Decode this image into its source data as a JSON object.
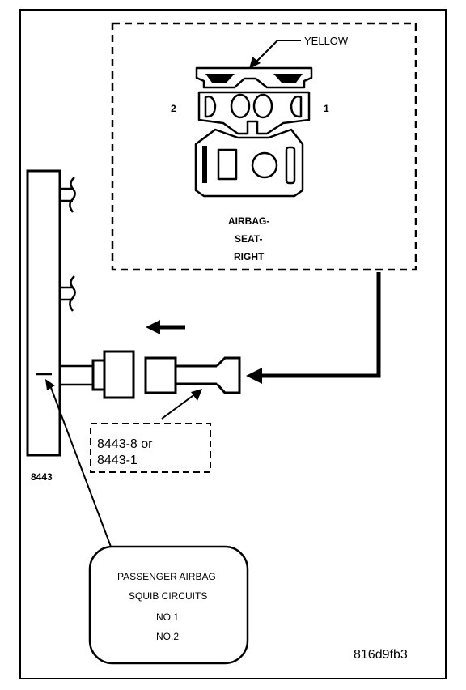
{
  "connector": {
    "color_label": "YELLOW",
    "pin_left": "2",
    "pin_right": "1",
    "name_lines": [
      "AIRBAG-",
      "SEAT-",
      "RIGHT"
    ]
  },
  "tool": {
    "box_number": "8443",
    "adapter_lines": [
      "8443-8 or",
      "8443-1"
    ]
  },
  "callout": {
    "lines": [
      "PASSENGER AIRBAG",
      "SQUIB CIRCUITS",
      "NO.1",
      "NO.2"
    ]
  },
  "figure_id": "816d9fb3"
}
